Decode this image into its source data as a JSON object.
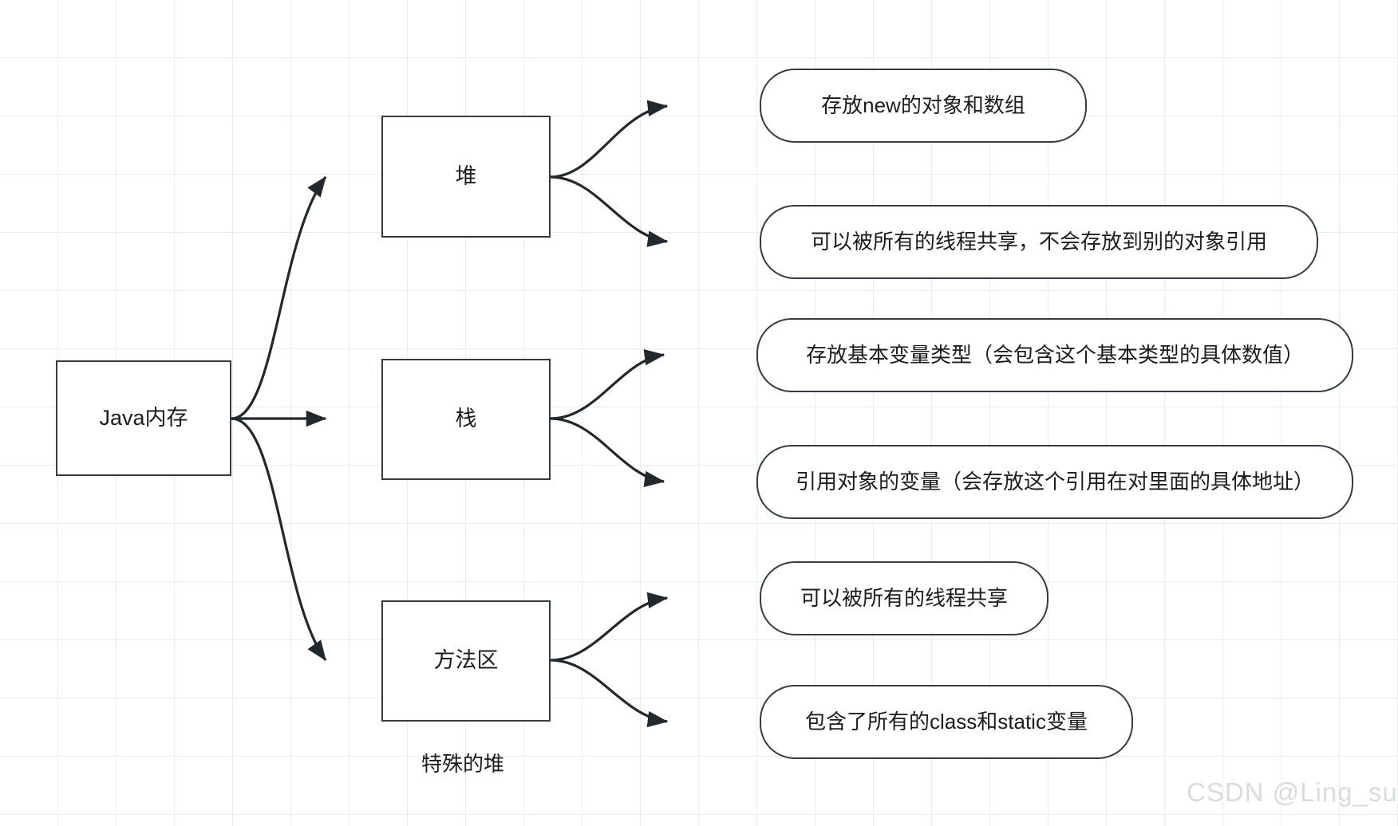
{
  "diagram": {
    "title": "Java内存",
    "root": {
      "label": "Java内存"
    },
    "branches": [
      {
        "node": {
          "label": "堆"
        },
        "leaves": [
          {
            "label": "存放new的对象和数组"
          },
          {
            "label": "可以被所有的线程共享，不会存放到别的对象引用"
          }
        ]
      },
      {
        "node": {
          "label": "栈"
        },
        "leaves": [
          {
            "label": "存放基本变量类型（会包含这个基本类型的具体数值）"
          },
          {
            "label": "引用对象的变量（会存放这个引用在对里面的具体地址）"
          }
        ]
      },
      {
        "node": {
          "label": "方法区"
        },
        "leaves": [
          {
            "label": "可以被所有的线程共享"
          },
          {
            "label": "包含了所有的class和static变量"
          }
        ]
      }
    ],
    "annotations": [
      {
        "label": "特殊的堆"
      }
    ],
    "watermark": "CSDN @Ling_suu",
    "colors": {
      "stroke": "#333b43",
      "fill": "#ffffff",
      "text": "#1c1c1c",
      "grid": "#ececec",
      "watermark": "#d8dce0"
    }
  }
}
